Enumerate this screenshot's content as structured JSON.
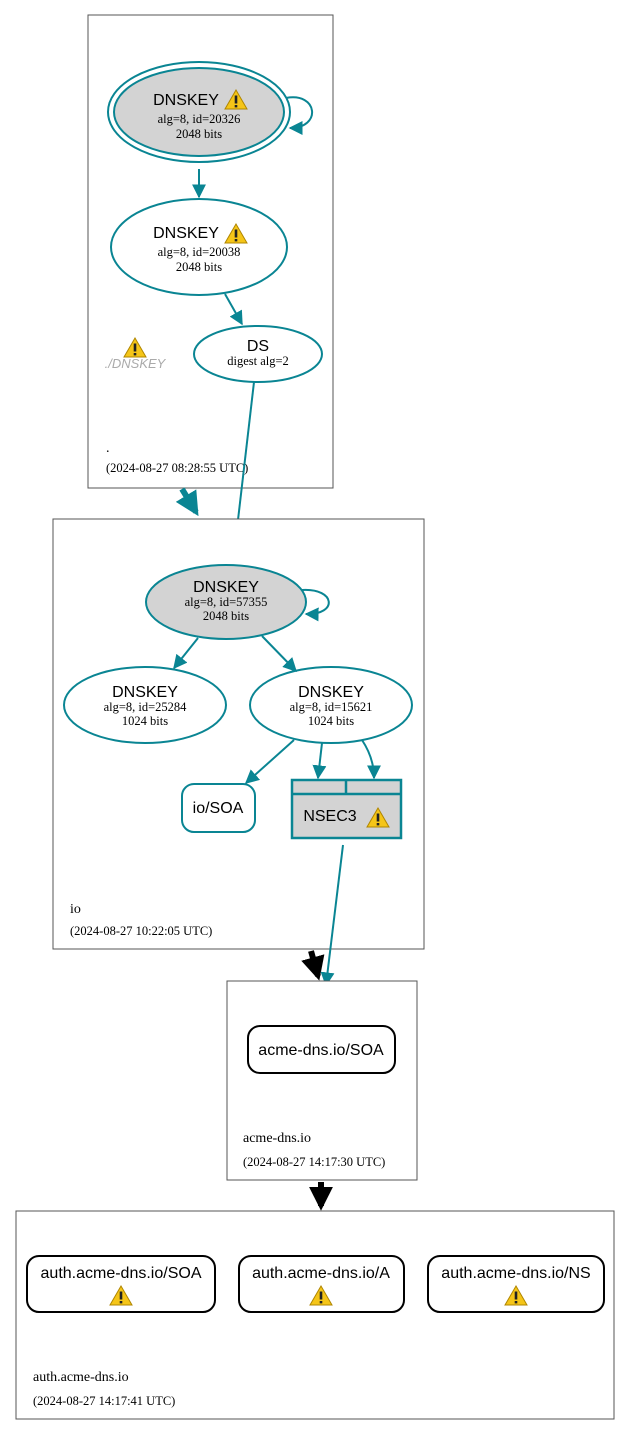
{
  "zones": {
    "root": {
      "name": ".",
      "date": "(2024-08-27 08:28:55 UTC)",
      "ksk": {
        "title": "DNSKEY",
        "alg": "alg=8, id=20326",
        "bits": "2048 bits"
      },
      "zsk": {
        "title": "DNSKEY",
        "alg": "alg=8, id=20038",
        "bits": "2048 bits"
      },
      "ds": {
        "title": "DS",
        "digest": "digest alg=2"
      },
      "ghost_label": "./DNSKEY"
    },
    "io": {
      "name": "io",
      "date": "(2024-08-27 10:22:05 UTC)",
      "ksk": {
        "title": "DNSKEY",
        "alg": "alg=8, id=57355",
        "bits": "2048 bits"
      },
      "zsk1": {
        "title": "DNSKEY",
        "alg": "alg=8, id=25284",
        "bits": "1024 bits"
      },
      "zsk2": {
        "title": "DNSKEY",
        "alg": "alg=8, id=15621",
        "bits": "1024 bits"
      },
      "soa": "io/SOA",
      "nsec3": "NSEC3"
    },
    "acme": {
      "name": "acme-dns.io",
      "date": "(2024-08-27 14:17:30 UTC)",
      "soa": "acme-dns.io/SOA"
    },
    "auth": {
      "name": "auth.acme-dns.io",
      "date": "(2024-08-27 14:17:41 UTC)",
      "soa": "auth.acme-dns.io/SOA",
      "a": "auth.acme-dns.io/A",
      "ns": "auth.acme-dns.io/NS"
    }
  },
  "colors": {
    "edge": "#0a8593",
    "node_fill_gray": "#d3d3d3",
    "warning_fill": "#f5c518",
    "delegation_secure": "#0a8593",
    "delegation_insecure": "#000000"
  },
  "icons": {
    "warning": "warning-triangle-icon"
  }
}
